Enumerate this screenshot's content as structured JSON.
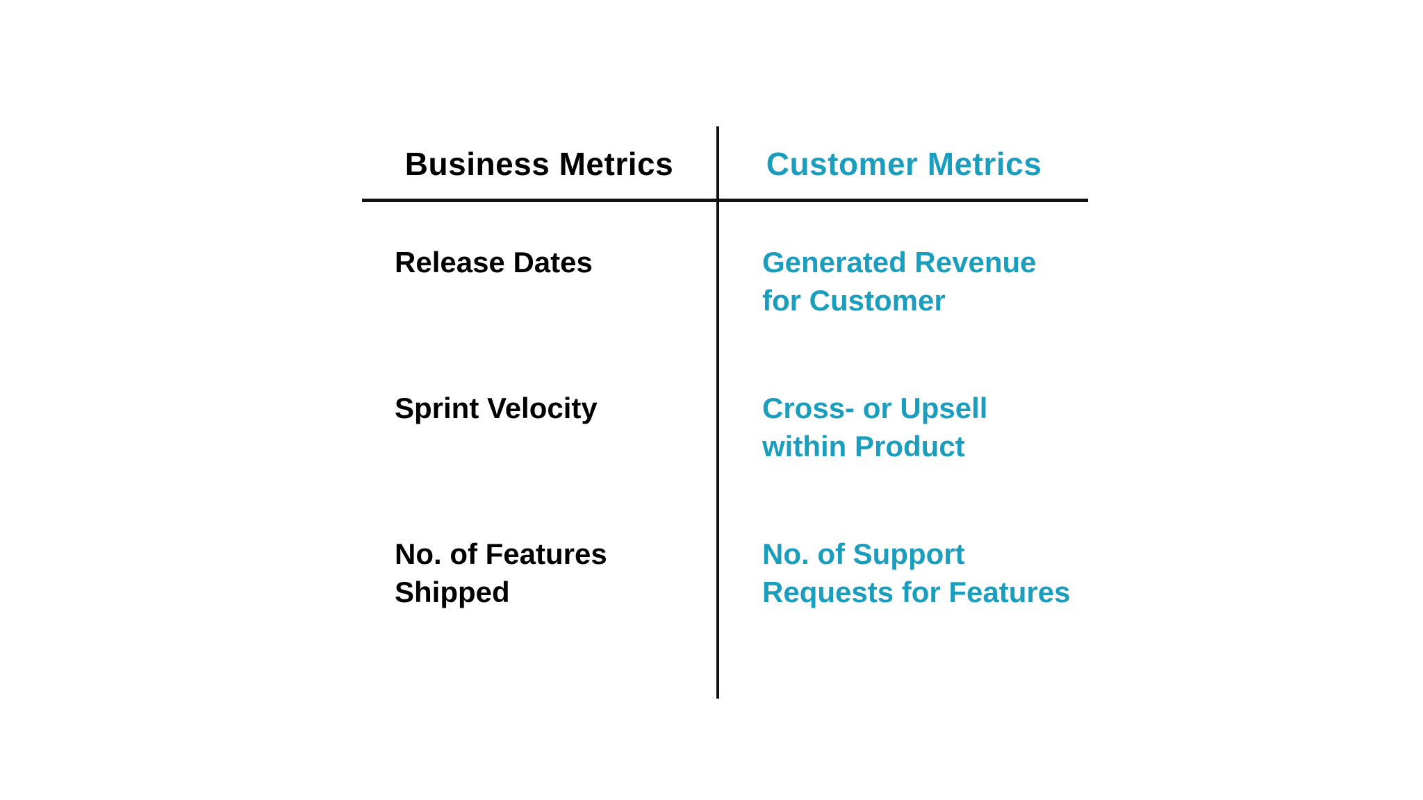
{
  "columns": {
    "business": {
      "label": "Business Metrics"
    },
    "customer": {
      "label": "Customer Metrics"
    }
  },
  "rows": [
    {
      "business": [
        "Release Dates"
      ],
      "customer": [
        "Generated Revenue",
        "for Customer"
      ]
    },
    {
      "business": [
        "Sprint Velocity"
      ],
      "customer": [
        "Cross- or Upsell",
        "within Product"
      ]
    },
    {
      "business": [
        "No. of Features",
        "Shipped"
      ],
      "customer": [
        "No. of Support",
        "Requests for Features"
      ]
    }
  ],
  "colors": {
    "business_text": "#000000",
    "customer_accent": "#1b9dbe",
    "line": "#111111",
    "background": "#ffffff"
  }
}
